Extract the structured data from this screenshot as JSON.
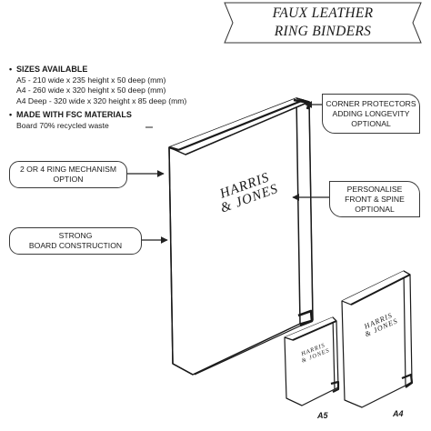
{
  "title": {
    "line1": "FAUX LEATHER",
    "line2": "RING BINDERS"
  },
  "specs": {
    "sizes_heading": "SIZES AVAILABLE",
    "sizes": [
      "A5 - 210 wide x 235 height x 50 deep (mm)",
      "A4 - 260 wide x 320 height x 50 deep (mm)",
      "A4 Deep - 320 wide x 320 height x 85 deep (mm)"
    ],
    "materials_heading": "MADE WITH FSC MATERIALS",
    "materials_note": "Board 70% recycled waste"
  },
  "callouts": {
    "corner_protectors": [
      "CORNER PROTECTORS",
      "ADDING LONGEVITY",
      "OPTIONAL"
    ],
    "ring_mechanism": [
      "2 OR 4 RING MECHANISM",
      "OPTION"
    ],
    "personalise": [
      "PERSONALISE",
      "FRONT & SPINE",
      "OPTIONAL"
    ],
    "board": [
      "STRONG",
      "BOARD  CONSTRUCTION"
    ]
  },
  "brand": {
    "line1": "HARRIS",
    "line2": "& JONES"
  },
  "size_labels": {
    "a5": "A5",
    "a4": "A4"
  }
}
